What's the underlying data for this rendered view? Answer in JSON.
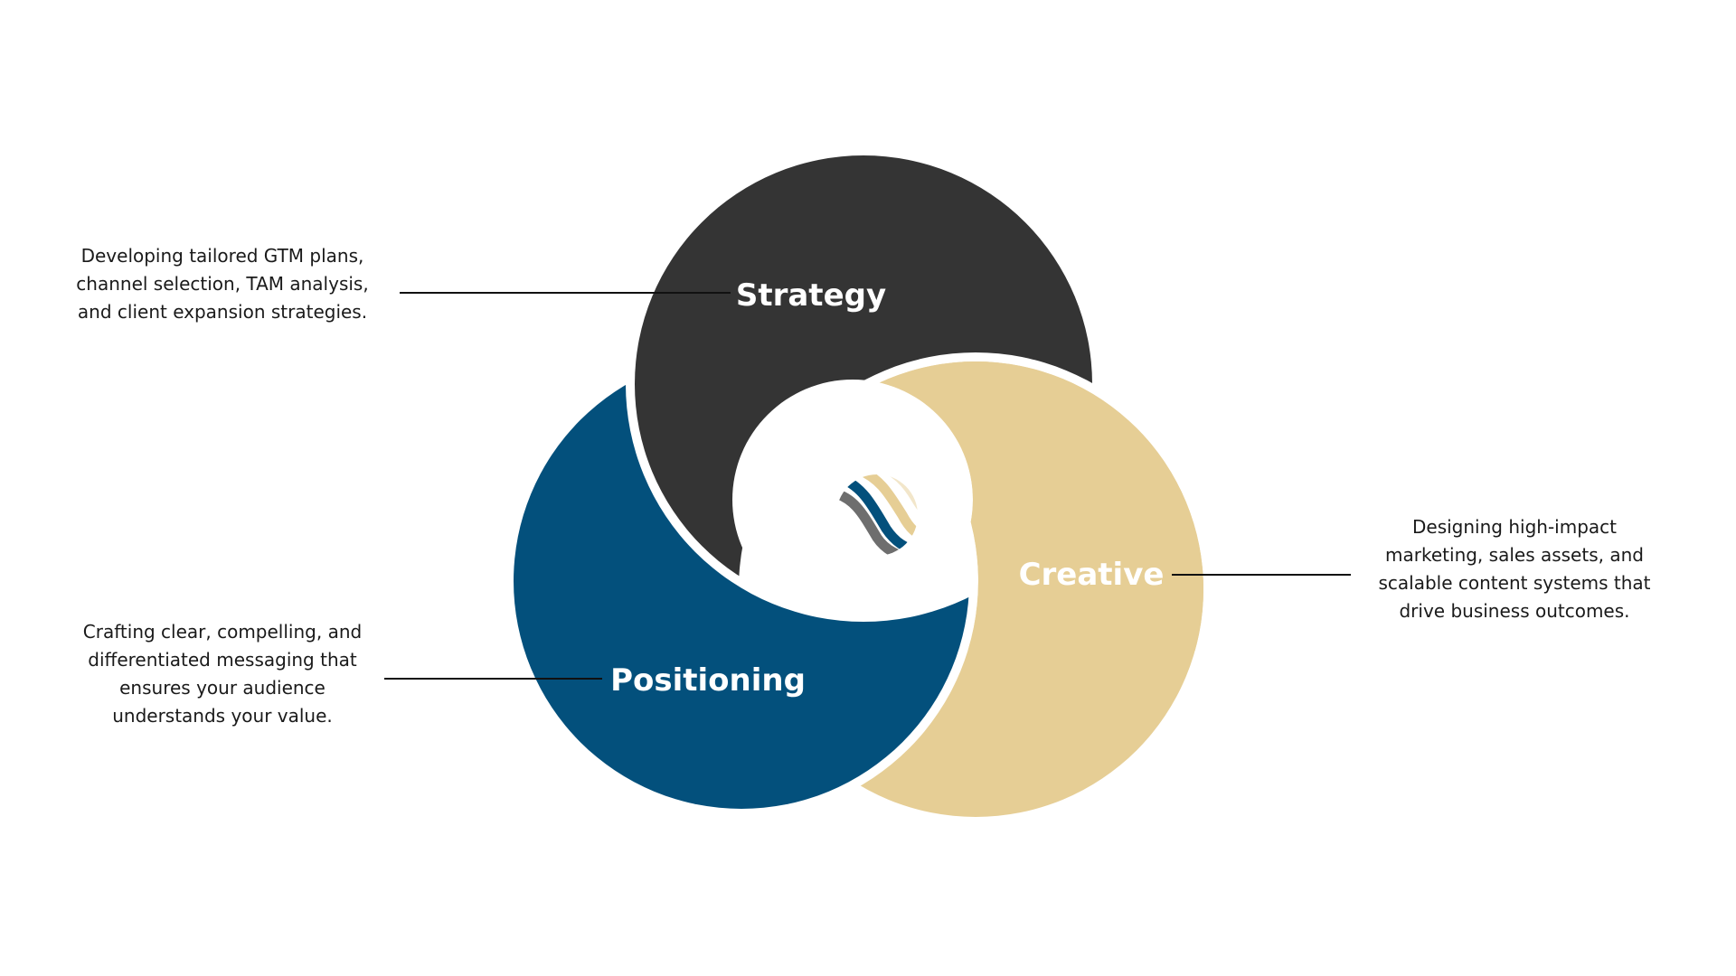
{
  "colors": {
    "strategy": "#343434",
    "positioning": "#03507C",
    "creative": "#E6CE95",
    "label_text": "#FFFFFF",
    "connector": "#111111",
    "background": "#FFFFFF"
  },
  "segments": {
    "strategy": {
      "label": "Strategy",
      "description_lines": [
        "Developing tailored GTM plans,",
        "channel selection, TAM analysis,",
        "and client expansion strategies."
      ]
    },
    "positioning": {
      "label": "Positioning",
      "description_lines": [
        "Crafting clear, compelling, and",
        "differentiated messaging that",
        "ensures your audience",
        "understands your value."
      ]
    },
    "creative": {
      "label": "Creative",
      "description_lines": [
        "Designing high-impact",
        "marketing, sales assets, and",
        "scalable content systems that",
        "drive business outcomes."
      ]
    }
  },
  "logo": {
    "icon": "striped-sphere-logo",
    "colors": [
      "#6E6E6E",
      "#03507C",
      "#E6CE95"
    ]
  }
}
